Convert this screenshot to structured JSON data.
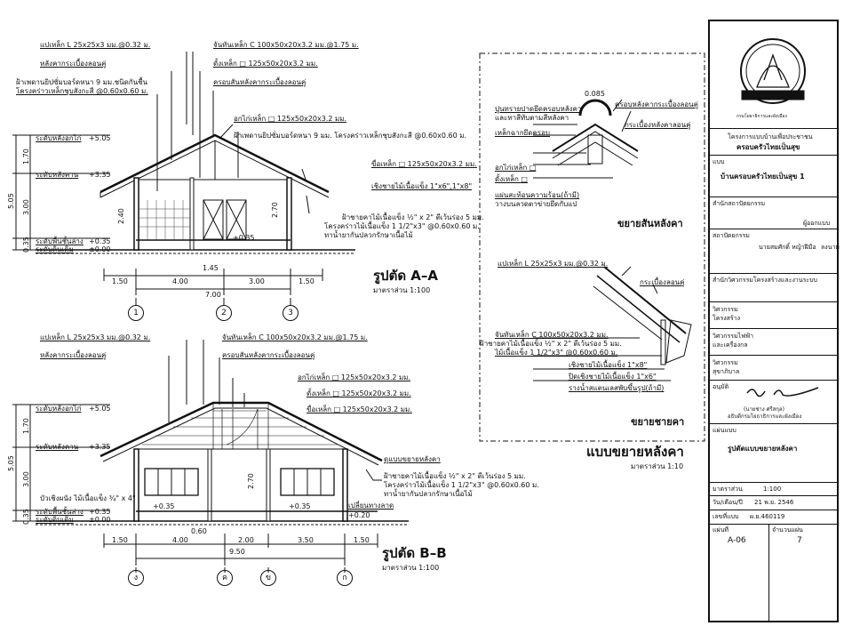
{
  "section_a": {
    "title": "รูปตัด A–A",
    "scale": "มาตราส่วน 1:100",
    "notes": [
      "แปเหล็ก L 25x25x3 มม.@0.32 ม.",
      "หลังคากระเบื้องลอนคู่",
      "ฝ้าเพดานยิปซั่มบอร์ดหนา 9 มม.ชนิดกันชื้น",
      "โครงคร่าวเหล็กชุบสังกะสี @0.60x0.60 ม.",
      "จันทันเหล็ก C 100x50x20x3.2 มม.@1.75 ม.",
      "ดั้งเหล็ก □ 125x50x20x3.2 มม.",
      "ครอบสันหลังคากระเบื้องลอนคู่",
      "อกไก่เหล็ก □ 125x50x20x3.2 มม.",
      "ฝ้าเพดานยิปซั่มบอร์ดหนา 9 มม. โครงคร่าวเหล็กชุบสังกะสี @0.60x0.60 ม.",
      "ขื่อเหล็ก □ 125x50x20x3.2 มม.",
      "เชิงชายไม้เนื้อแข็ง 1\"x6\",1\"x8\"",
      "ฝ้าชายคาไม้เนื้อแข็ง ½\" x 2\" ตีเว้นร่อง 5 มม.",
      "โครงคร่าวไม้เนื้อแข็ง 1 1/2\"x3\" @0.60x0.60 ม.",
      "ทาน้ำยากันปลวกรักษาเนื้อไม้"
    ],
    "levels": [
      "ระดับหลังอกไก่",
      "+5.05",
      "ระดับหลังคาน",
      "+3.35",
      "ระดับพื้นชั้นล่าง",
      "+0.35",
      "ระดับดินเดิม",
      "±0.00"
    ],
    "vertical_dims": [
      "5.05",
      "1.70",
      "3.00",
      "0.35"
    ],
    "horizontal_dims": [
      "1.50",
      "4.00",
      "1.45",
      "3.00",
      "1.50",
      "7.00"
    ],
    "inner_dims": [
      "2.40",
      "2.70",
      "+0.35"
    ],
    "grid": [
      "1",
      "2",
      "3"
    ]
  },
  "section_b": {
    "title": "รูปตัด B–B",
    "scale": "มาตราส่วน 1:100",
    "notes": [
      "แปเหล็ก L 25x25x3 มม.@0.32 ม.",
      "หลังคากระเบื้องลอนคู่",
      "จันทันเหล็ก C 100x50x20x3.2 มม.@1.75 ม.",
      "ครอบสันหลังคากระเบื้องลอนคู่",
      "อกไก่เหล็ก □ 125x50x20x3.2 มม.",
      "ดั้งเหล็ก □ 125x50x20x3.2 มม.",
      "ขื่อเหล็ก □ 125x50x20x3.2 มม.",
      "ดูแบบขยายหลังคา",
      "ฝ้าชายคาไม้เนื้อแข็ง ½\" x 2\" ตีเว้นร่อง 5 มม.",
      "โครงคร่าวไม้เนื้อแข็ง 1 1/2\"x3\" @0.60x0.60 ม.",
      "ทาน้ำยากันปลวกรักษาเนื้อไม้",
      "บัวเชิงผนัง ไม้เนื้อแข็ง ¾\" x 4\"",
      "เปลี่ยนทางลาด"
    ],
    "levels": [
      "ระดับหลังอกไก่",
      "+5.05",
      "ระดับหลังคาน",
      "+3.35",
      "ระดับพื้นชั้นล่าง",
      "+0.35",
      "ระดับดินเดิม",
      "±0.00"
    ],
    "vertical_dims": [
      "5.05",
      "1.70",
      "3.00",
      "0.35"
    ],
    "horizontal_dims": [
      "1.50",
      "4.00",
      "0.60",
      "2.00",
      "3.50",
      "1.50",
      "9.50"
    ],
    "inner_dims": [
      "+0.35",
      "+0.35",
      "+0.20",
      "2.70"
    ],
    "grid": [
      "ง",
      "ค",
      "ข",
      "ก"
    ]
  },
  "details": {
    "ridge_title": "ขยายสันหลังคา",
    "eave_title": "ขยายชายคา",
    "title": "แบบขยายหลังคา",
    "scale": "มาตราส่วน 1:10",
    "ridge_notes": [
      "0.085",
      "ปูนทรายปาดยึดครอบหลังคา",
      "และทาสีทับตามสีหลังคา",
      "ครอบหลังคากระเบื้องลอนคู่",
      "กระเบื้องหลังคาลอนคู่",
      "เหล็กฉากยึดครอบ",
      "อกไก่เหล็ก □",
      "ดั้งเหล็ก □",
      "แผ่นสะท้อนความร้อน(ถ้ามี)",
      "วางบนลวดตาข่ายยึดกับแป"
    ],
    "eave_notes": [
      "แปเหล็ก L 25x25x3 มม.@0.32 ม.",
      "กระเบื้องลอนคู่",
      "จันทันเหล็ก C 100x50x20x3.2 มม.",
      "ฝ้าชายคาไม้เนื้อแข็ง ½\" x 2\" ตีเว้นร่อง 5 มม.",
      "ไม้เนื้อแข็ง 1 1/2\"x3\" @0.60x0.60 ม.",
      "เชิงชายไม้เนื้อแข็ง 1\"x8\"",
      "ปิดเชิงชายไม้เนื้อแข็ง 1\"x6\"",
      "รางน้ำสแตนเลสพับขึ้นรูป(ถ้ามี)"
    ]
  },
  "title_block": {
    "seal_text": "กรมโยธาธิการและผังเมือง",
    "project_label": "โครงการแบบบ้านเพื่อประชาชน",
    "project_name": "ครอบครัวไทยเป็นสุข",
    "plan_label": "แบบ",
    "plan_name": "บ้านครอบครัวไทยเป็นสุข 1",
    "office_arch": "สำนักสถาปัตยกรรม",
    "designer_label": "ผู้ออกแบบ",
    "architect": "สถาปัตยกรรม",
    "architect_name": "นายสมศักดิ์ หญ้าฝีมือ",
    "sign_label": "ลงนาม",
    "office_eng": "สำนักวิศวกรรมโครงสร้างและงานระบบ",
    "eng_rows": [
      "วิศวกรรม",
      "โครงสร้าง",
      "วิศวกรรมไฟฟ้า",
      "และเครื่องกล",
      "วิศวกรรม",
      "สุขาภิบาล"
    ],
    "approve_label": "อนุมัติ",
    "approver": "(นายช่าง ศรีสกุล)",
    "approver_title": "อธิบดีกรมโยธาธิการและผังเมือง",
    "sheet_label": "แผ่นแบบ",
    "sheet_name": "รูปตัดแบบขยายหลังคา",
    "scale_label": "มาตราส่วน",
    "scale_value": "1:100",
    "date_label": "วัน/เดือน/ปี",
    "date_value": "21 พ.ย. 2546",
    "number_label": "เลขที่แบบ",
    "number_value": "ผ.ย.460119",
    "page_label": "แผ่นที่",
    "page_value": "A-06",
    "total_label": "จำนวนแผ่น",
    "total_value": "7"
  }
}
